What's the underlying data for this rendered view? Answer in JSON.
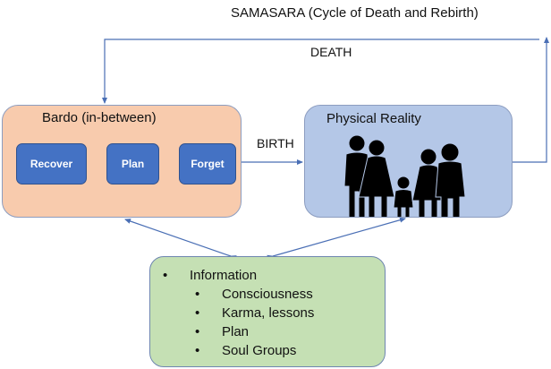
{
  "title": "SAMASARA (Cycle of Death and Rebirth)",
  "edge_labels": {
    "death": "DEATH",
    "birth": "BIRTH"
  },
  "colors": {
    "bardo_fill": "#f8cbad",
    "step_fill": "#4472c4",
    "physical_fill": "#b4c7e7",
    "info_fill": "#c5e0b4",
    "connector": "#4a6fb5"
  },
  "bardo": {
    "title": "Bardo (in-between)",
    "steps": [
      {
        "label": "Recover"
      },
      {
        "label": "Plan"
      },
      {
        "label": "Forget"
      }
    ]
  },
  "physical": {
    "title": "Physical Reality",
    "icon": "family-icon"
  },
  "info": {
    "heading": "Information",
    "items": [
      "Consciousness",
      "Karma, lessons",
      "Plan",
      "Soul Groups"
    ]
  }
}
